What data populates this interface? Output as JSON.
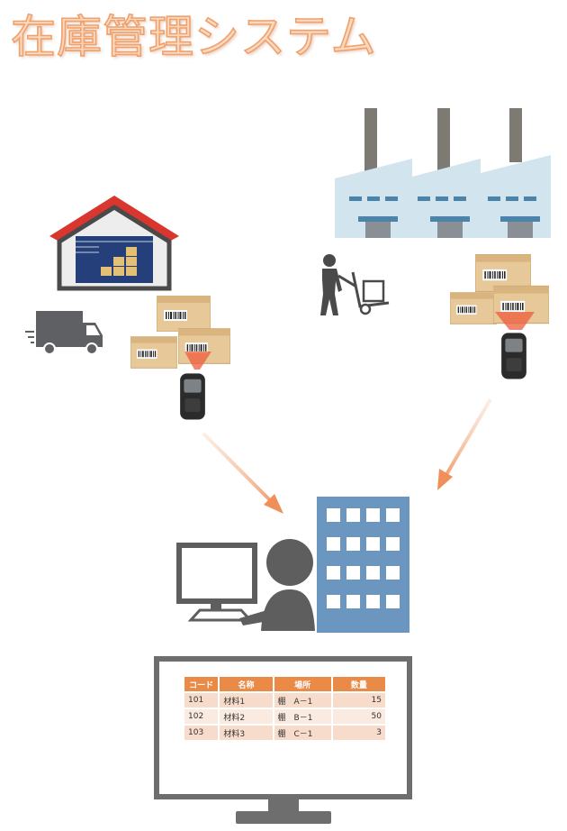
{
  "title": "在庫管理システム",
  "inventory_table": {
    "headers": [
      "コード",
      "名称",
      "場所",
      "数量"
    ],
    "rows": [
      {
        "code": "101",
        "name": "材料1",
        "location": "棚　A－1",
        "quantity": "15"
      },
      {
        "code": "102",
        "name": "材料2",
        "location": "棚　B－1",
        "quantity": "50"
      },
      {
        "code": "103",
        "name": "材料3",
        "location": "棚　C－1",
        "quantity": "3"
      }
    ]
  },
  "colors": {
    "title_fill": "#fbd9bf",
    "title_stroke": "#f0a06c",
    "arrow": "#f0a070",
    "header_orange": "#e98a46",
    "row_odd": "#f8dccb",
    "row_even": "#fbeae0",
    "building_blue": "#6b96bf",
    "factory_wall": "#d2e4ee",
    "warehouse_roof": "#d8362e",
    "box_tan": "#e7c898",
    "figure_gray": "#5e5e5e"
  }
}
